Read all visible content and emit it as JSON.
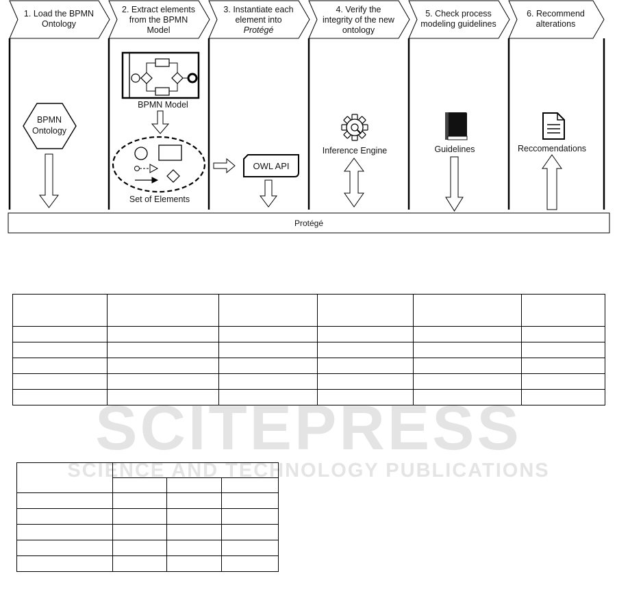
{
  "watermark": {
    "main": "SCITEPRESS",
    "sub": "SCIENCE AND TECHNOLOGY PUBLICATIONS"
  },
  "steps": [
    {
      "lines": [
        "1. Load the BPMN",
        "Ontology"
      ]
    },
    {
      "lines": [
        "2. Extract elements",
        "from the BPMN",
        "Model"
      ]
    },
    {
      "lines": [
        "3. Instantiate each",
        "element into",
        "Protégé"
      ]
    },
    {
      "lines": [
        "4. Verify the",
        "integrity of the new",
        "ontology"
      ]
    },
    {
      "lines": [
        "5. Check process",
        "modeling guidelines"
      ]
    },
    {
      "lines": [
        "6. Recommend",
        "alterations"
      ]
    }
  ],
  "diagram": {
    "ontology_lines": [
      "BPMN",
      "Ontology"
    ],
    "bpmn_model_label": "BPMN Model",
    "set_of_elements_label": "Set of Elements",
    "owl_api_label": "OWL API",
    "inference_engine_label": "Inference Engine",
    "guidelines_label": "Guidelines",
    "recommendations_label": "Reccomendations",
    "protege_label": "Protégé"
  },
  "icons": {
    "gear": "gear-icon",
    "book": "book-icon",
    "document": "document-icon"
  },
  "table1": {
    "rows": 6,
    "cols": 6
  },
  "table2": {
    "rows": 6,
    "cols": 4
  }
}
